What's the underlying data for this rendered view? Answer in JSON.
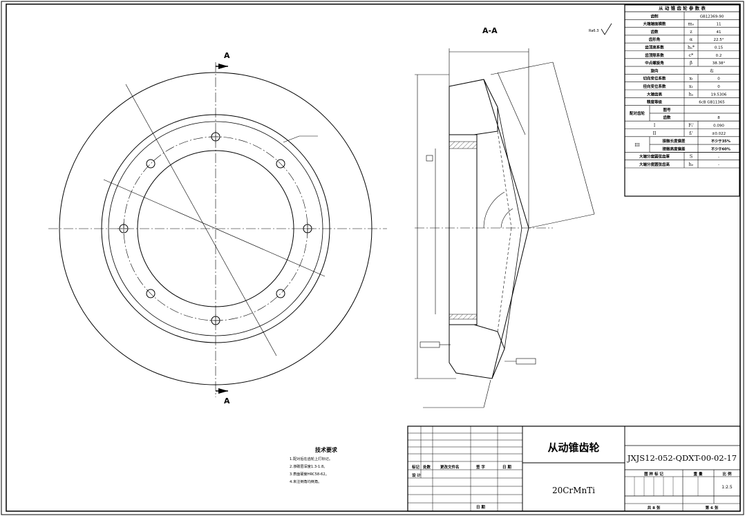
{
  "view": {
    "section_label": "A-A",
    "cut_mark": "A",
    "surface_mark": "Ra6.3"
  },
  "params": {
    "title": "从 动 锥 齿 轮 参 数 表",
    "rows": [
      {
        "name": "齿制",
        "sym": "",
        "val": "GB12369-90"
      },
      {
        "name": "大端端面模数",
        "sym": "mₑ",
        "val": "11"
      },
      {
        "name": "齿数",
        "sym": "z",
        "val": "41"
      },
      {
        "name": "齿形角",
        "sym": "α",
        "val": "22.5°"
      },
      {
        "name": "齿顶高系数",
        "sym": "hₐ*",
        "val": "0.15"
      },
      {
        "name": "齿顶隙系数",
        "sym": "c*",
        "val": "0.2"
      },
      {
        "name": "中点螺旋角",
        "sym": "β",
        "val": "38.38°"
      },
      {
        "name": "旋向",
        "sym": "",
        "val": "右"
      },
      {
        "name": "切向变位系数",
        "sym": "xₜ",
        "val": "0"
      },
      {
        "name": "径向变位系数",
        "sym": "x₁",
        "val": "0"
      },
      {
        "name": "大端齿高",
        "sym": "hₑ",
        "val": "19.5306"
      },
      {
        "name": "精度等级",
        "sym": "",
        "val": "6cB GB11365"
      }
    ],
    "mating_label": "配对齿轮",
    "mating": [
      {
        "name": "图号",
        "val": ""
      },
      {
        "name": "齿数",
        "val": "8"
      }
    ],
    "tol": [
      {
        "name": "I",
        "sym": "Fᵢ'",
        "val": "0.090"
      },
      {
        "name": "II",
        "sym": "fᵢ'",
        "val": "±0.022"
      }
    ],
    "iii_label": "III",
    "iii": [
      {
        "name": "接触长度偏差",
        "val": "不少于35%"
      },
      {
        "name": "接触高度偏差",
        "val": "不少于60%"
      }
    ],
    "bottom": [
      {
        "name": "大端分度圆弦齿厚",
        "sym": "S",
        "val": "-"
      },
      {
        "name": "大端分度圆弦齿高",
        "sym": "hₑ",
        "val": "-"
      }
    ]
  },
  "tech": {
    "title": "技术要求",
    "items": [
      "1.配对后在齿轮上打标记。",
      "2.渗碳层深度1.3-1.8。",
      "3.表面硬度HRC58-62。",
      "4.未注倒角均倒角。"
    ]
  },
  "title_block": {
    "part_name": "从动锥齿轮",
    "drawing_no": "JXJS12-052-QDXT-00-02-17",
    "material": "20CrMnTi",
    "rev_headers": [
      "标记",
      "处数",
      "更改文件名",
      "签 字",
      "日 期"
    ],
    "design": "设 计",
    "date": "日 期",
    "stage_headers": [
      "图 样 标 记",
      "重 量",
      "比 例"
    ],
    "scale": "1:2.5",
    "sheets_total": "共  8  张",
    "sheet_no": "第  6  张"
  }
}
